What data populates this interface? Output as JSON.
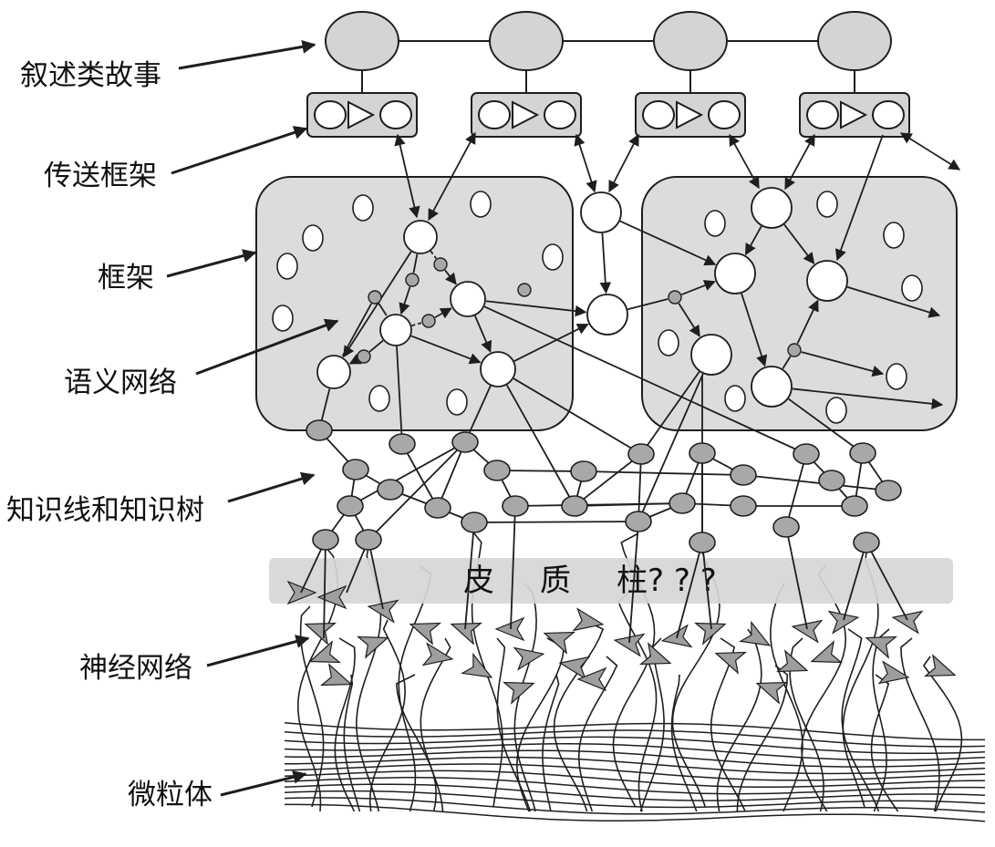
{
  "labels": {
    "narrative_story": "叙述类故事",
    "transfer_frame": "传送框架",
    "frame": "框架",
    "semantic_network": "语义网络",
    "knowledge_lines": "知识线和知识树",
    "neural_network": "神经网络",
    "microparticles": "微粒体"
  },
  "band": {
    "char_1": "皮",
    "char_2": "质",
    "char_3": "柱? ? ?"
  },
  "colors": {
    "stroke": "#1e1e1e",
    "node_fill": "#d4d4d4",
    "frame_fill": "#dcdcdc",
    "band_fill": "#d6d6d6",
    "white_node": "#ffffff"
  }
}
